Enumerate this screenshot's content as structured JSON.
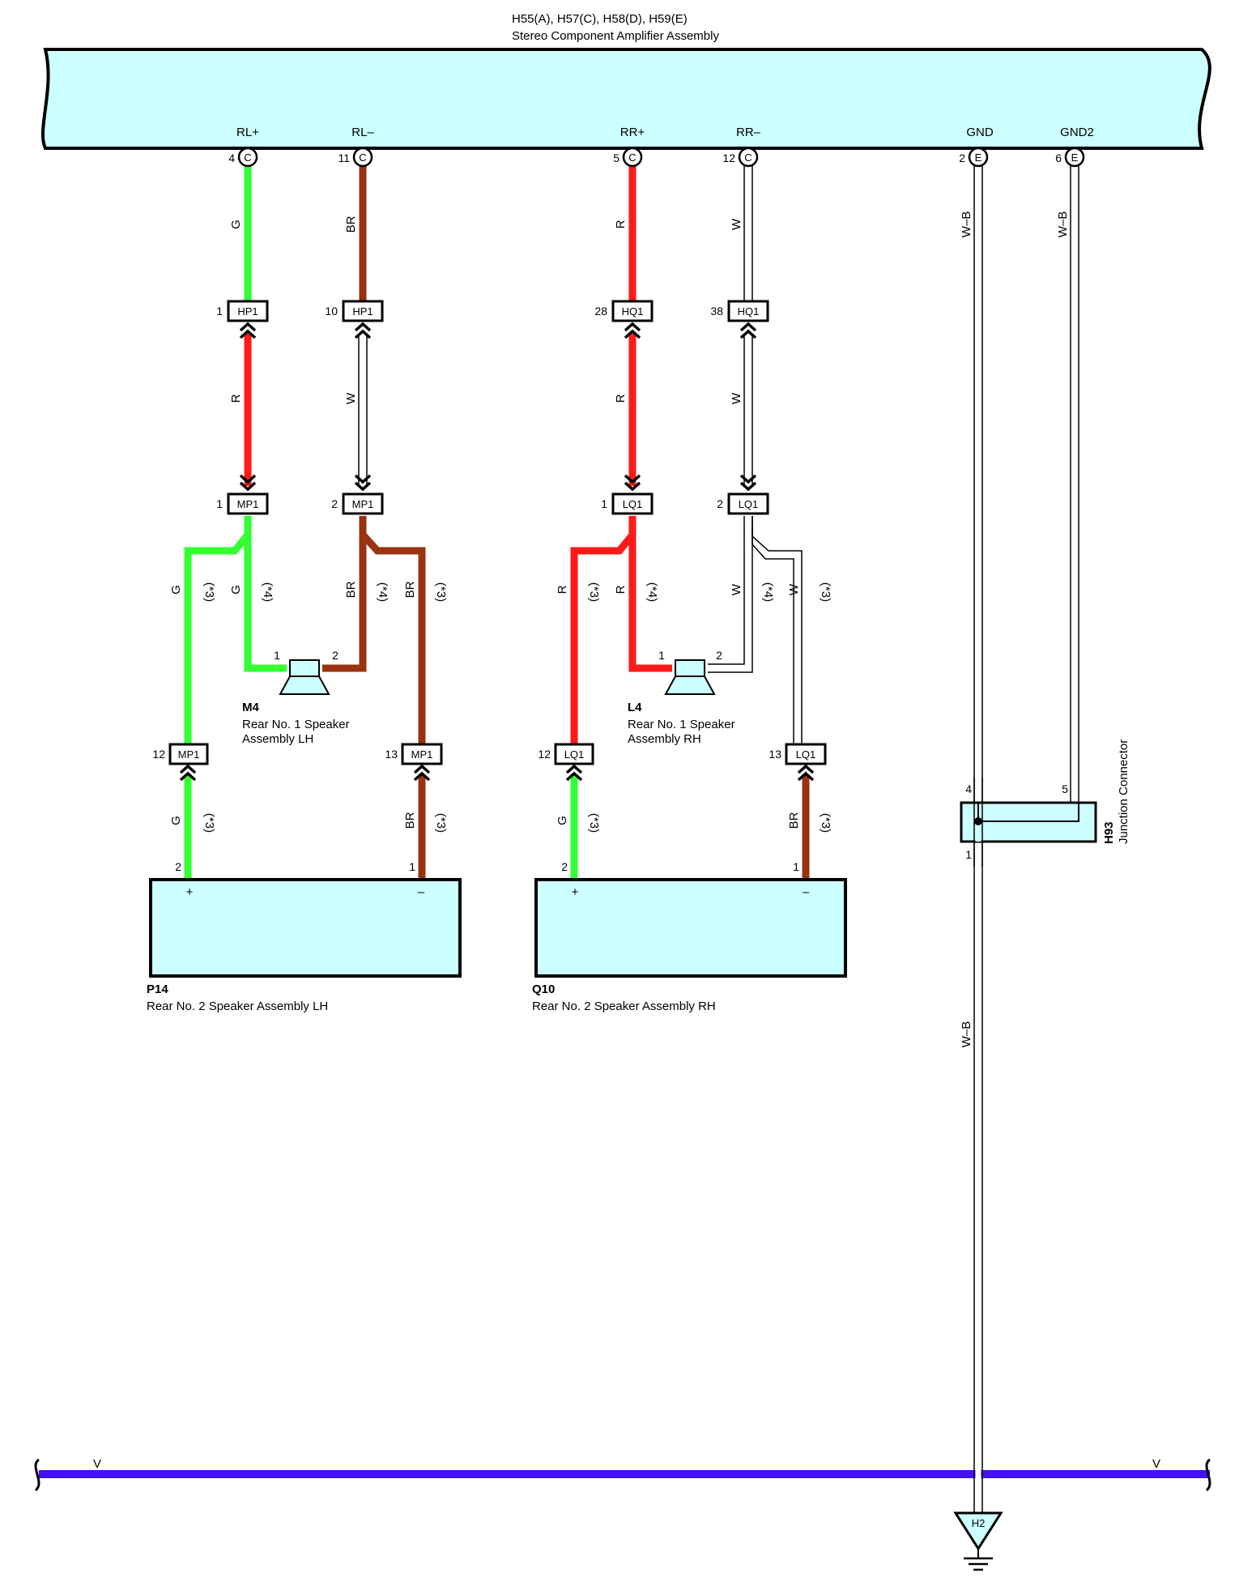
{
  "colors": {
    "component_fill": "#ccffff",
    "wire_green": "#33ff33",
    "wire_red": "#ff1a1a",
    "wire_brown": "#993311",
    "wire_white": "#ffffff",
    "wire_violet": "#4411ee",
    "outline": "#000000"
  },
  "amplifier": {
    "id": "H55(A), H57(C), H58(D), H59(E)",
    "name": "Stereo Component Amplifier Assembly",
    "terminals": [
      {
        "signal": "RL+",
        "pin": "4",
        "connector": "C"
      },
      {
        "signal": "RL–",
        "pin": "11",
        "connector": "C"
      },
      {
        "signal": "RR+",
        "pin": "5",
        "connector": "C"
      },
      {
        "signal": "RR–",
        "pin": "12",
        "connector": "C"
      },
      {
        "signal": "GND",
        "pin": "2",
        "connector": "E"
      },
      {
        "signal": "GND2",
        "pin": "6",
        "connector": "E"
      }
    ]
  },
  "wire_labels": {
    "rl_plus_top": "G",
    "rl_minus_top": "BR",
    "rr_plus_top": "R",
    "rr_minus_top": "W",
    "gnd_top": "W–B",
    "gnd2_top": "W–B",
    "rl_plus_mid": "R",
    "rl_minus_mid": "W",
    "rr_plus_mid": "R",
    "rr_minus_mid": "W",
    "lh_left_outer": "G",
    "lh_left_inner": "G",
    "lh_right_inner": "BR",
    "lh_right_outer": "BR",
    "rh_left_outer": "R",
    "rh_left_inner": "R",
    "rh_right_inner": "W",
    "rh_right_outer": "W",
    "lh_bot_left": "G",
    "lh_bot_right": "BR",
    "rh_bot_left": "G",
    "rh_bot_right": "BR",
    "gnd_bottom": "W–B",
    "violet_left": "V",
    "violet_right": "V"
  },
  "notes": {
    "n3": "(*3)",
    "n4": "(*4)"
  },
  "connectors": {
    "hp1_a": {
      "pin": "1",
      "name": "HP1"
    },
    "hp1_b": {
      "pin": "10",
      "name": "HP1"
    },
    "hq1_a": {
      "pin": "28",
      "name": "HQ1"
    },
    "hq1_b": {
      "pin": "38",
      "name": "HQ1"
    },
    "mp1_a": {
      "pin": "1",
      "name": "MP1"
    },
    "mp1_b": {
      "pin": "2",
      "name": "MP1"
    },
    "lq1_a": {
      "pin": "1",
      "name": "LQ1"
    },
    "lq1_b": {
      "pin": "2",
      "name": "LQ1"
    },
    "mp1_c": {
      "pin": "12",
      "name": "MP1"
    },
    "mp1_d": {
      "pin": "13",
      "name": "MP1"
    },
    "lq1_c": {
      "pin": "12",
      "name": "LQ1"
    },
    "lq1_d": {
      "pin": "13",
      "name": "LQ1"
    }
  },
  "speaker_m4": {
    "id": "M4",
    "line1": "Rear No.  1 Speaker",
    "line2": "Assembly LH",
    "pin1": "1",
    "pin2": "2"
  },
  "speaker_l4": {
    "id": "L4",
    "line1": "Rear No.  1 Speaker",
    "line2": "Assembly RH",
    "pin1": "1",
    "pin2": "2"
  },
  "speaker_p14": {
    "id": "P14",
    "name": "Rear No.  2 Speaker Assembly LH",
    "pin_plus": "2",
    "pin_minus": "1",
    "plus": "+",
    "minus": "–"
  },
  "speaker_q10": {
    "id": "Q10",
    "name": "Rear No.  2 Speaker Assembly RH",
    "pin_plus": "2",
    "pin_minus": "1",
    "plus": "+",
    "minus": "–"
  },
  "junction": {
    "id": "H93",
    "name": "Junction Connector",
    "pin4": "4",
    "pin5": "5",
    "pin1": "1"
  },
  "ground": {
    "id": "H2"
  }
}
